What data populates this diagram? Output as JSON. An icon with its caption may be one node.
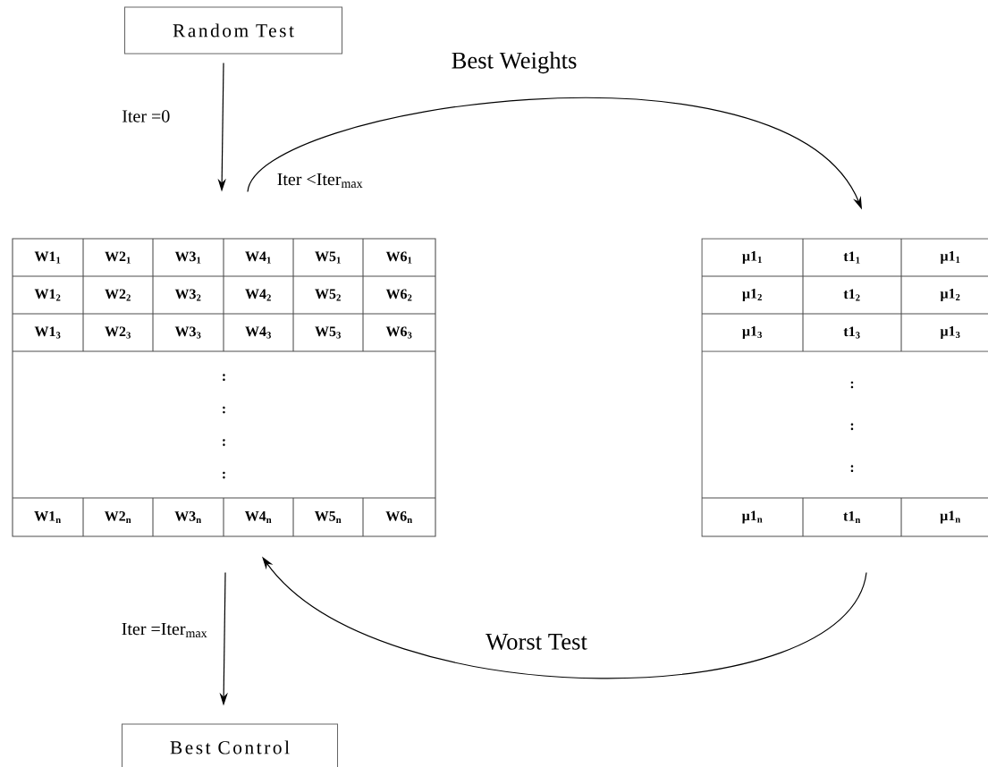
{
  "diagram": {
    "nodes": [
      {
        "text": [
          "Random Test"
        ]
      },
      {
        "text": [
          "W1$_{1}$",
          "W2$_{1}$",
          "W3$_{1}$",
          "W4$_{1}$",
          "W5$_{1}$",
          "W6$_{1}$",
          "W1$_{2}$",
          "W2$_{2}$",
          "W3$_{2}$",
          "W4$_{2}$",
          "W5$_{2}$",
          "W6$_{2}$",
          "W1$_{3}$",
          "W2$_{3}$",
          "W3$_{3}$",
          "W4$_{3}$",
          "W5$_{3}$",
          "W6$_{3}$",
          ":",
          ":",
          ":",
          ":",
          "W1$_{n}$",
          "W2$_{n}$",
          "W3$_{n}$",
          "W4$_{n}$",
          "W5$_{n}$",
          "W6$_{n}$"
        ]
      },
      {
        "text": [
          "μ1$_{1}$",
          "t1$_{1}$",
          "μ1$_{1}$",
          "μ1$_{2}$",
          "t1$_{2}$",
          "μ1$_{2}$",
          "μ1$_{3}$",
          "t1$_{3}$",
          "μ1$_{3}$",
          ":",
          ":",
          ":",
          "μ1$_{n}$",
          "t1$_{n}$",
          "μ1$_{n}$"
        ]
      },
      {
        "text": [
          "Best Control"
        ]
      }
    ],
    "edges": [
      {
        "from": 0,
        "to": 1,
        "arrow": "to",
        "label": "Iter =0"
      },
      {
        "from": 1,
        "to": 2,
        "arrow": "to",
        "label": "Best Weights"
      },
      {
        "from": 2,
        "to": 1,
        "arrow": "to",
        "label": "Worst Test"
      },
      {
        "from": 1,
        "to": 3,
        "arrow": "to",
        "label": "Iter =Iter$_{max}$"
      }
    ],
    "labels": [
      "Iter <Iter$_{max}$"
    ]
  }
}
